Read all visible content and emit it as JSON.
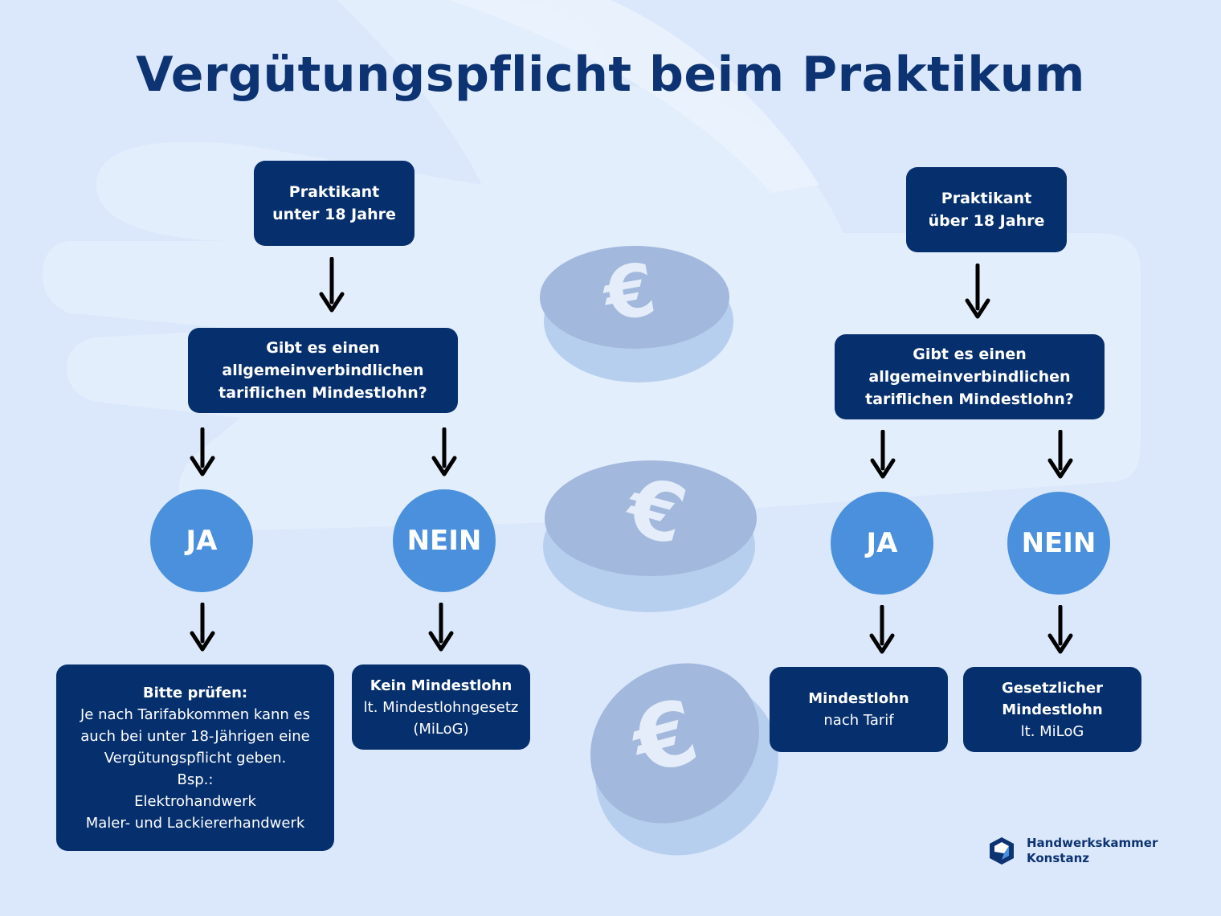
{
  "title": "Vergütungspflicht beim Praktikum",
  "colors": {
    "background": "#dbe8fb",
    "box": "#06306d",
    "circle": "#4a90dc",
    "title": "#0d3373",
    "coin": "#a2b8dc"
  },
  "left_branch": {
    "start": {
      "line1": "Praktikant",
      "line2": "unter 18 Jahre"
    },
    "question": {
      "line1": "Gibt es einen",
      "line2": "allgemeinverbindlichen",
      "line3": "tariflichen Mindestlohn?"
    },
    "yes": "JA",
    "no": "NEIN",
    "yes_result": {
      "heading": "Bitte prüfen:",
      "lines": [
        "Je nach Tarifabkommen kann es",
        "auch bei unter 18-Jährigen eine",
        "Vergütungspflicht geben.",
        "Bsp.:",
        "Elektrohandwerk",
        "Maler- und Lackiererhandwerk"
      ]
    },
    "no_result": {
      "heading": "Kein Mindestlohn",
      "line1": "lt. Mindestlohngesetz",
      "line2": "(MiLoG)"
    }
  },
  "right_branch": {
    "start": {
      "line1": "Praktikant",
      "line2": "über 18 Jahre"
    },
    "question": {
      "line1": "Gibt es einen",
      "line2": "allgemeinverbindlichen",
      "line3": "tariflichen Mindestlohn?"
    },
    "yes": "JA",
    "no": "NEIN",
    "yes_result": {
      "heading": "Mindestlohn",
      "line1": "nach Tarif"
    },
    "no_result": {
      "heading1": "Gesetzlicher",
      "heading2": "Mindestlohn",
      "line1": "lt. MiLoG"
    }
  },
  "logo": {
    "line1": "Handwerkskammer",
    "line2": "Konstanz",
    "icon": "hwk-logo-icon"
  },
  "decorations": {
    "coin_symbol": "€"
  }
}
